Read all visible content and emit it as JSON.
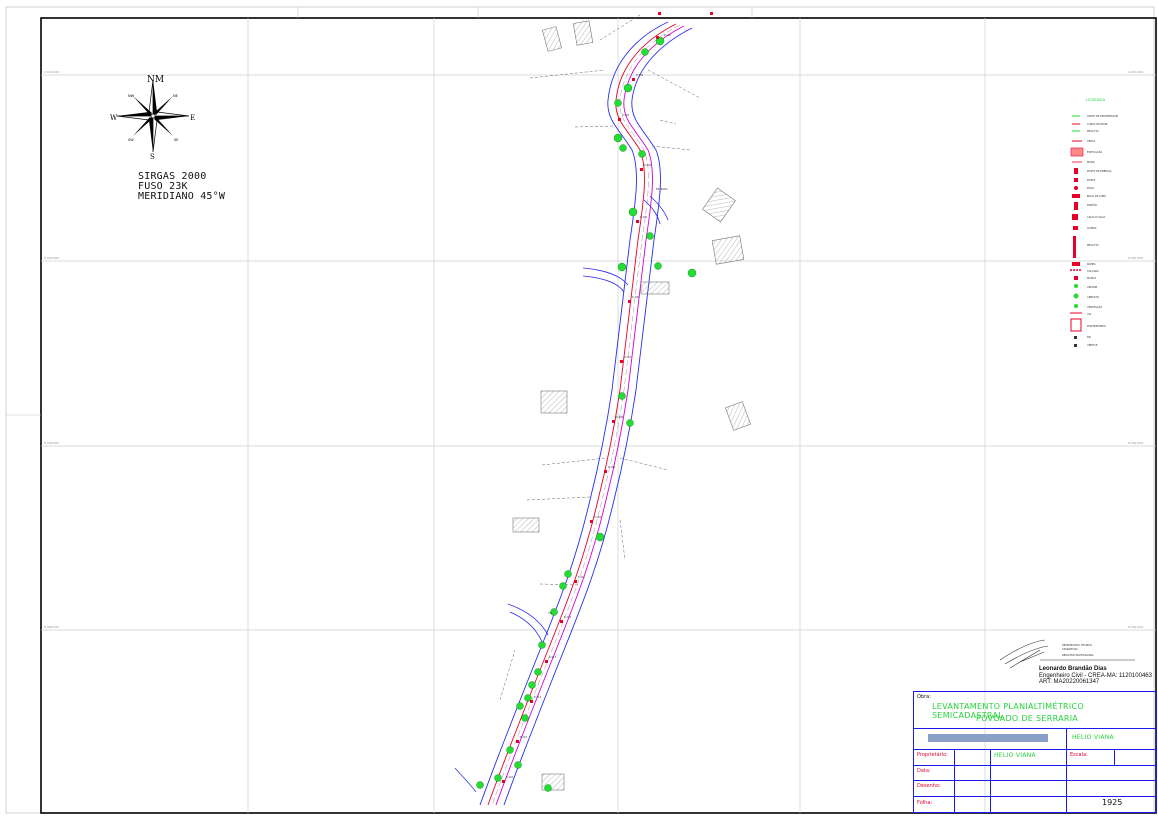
{
  "north": {
    "label_n": "NM",
    "label_s": "S",
    "label_e": "E",
    "label_w": "W",
    "label_ne": "NE",
    "label_nw": "NW",
    "label_se": "SE",
    "label_sw": "SW",
    "datum": "SIRGAS 2000",
    "fuso": "FUSO 23K",
    "meridiano": "MERIDIANO 45°W"
  },
  "signature": {
    "name": "Leonardo Brandão Dias",
    "role": "Engenheiro Civil - CREA-MA: 1120100463",
    "art": "ART: MA20220061347"
  },
  "title_block": {
    "obra_label": "Obra:",
    "title_line1": "LEVANTAMENTO PLANIALTIMÉTRICO SEMICADASTRAL",
    "title_line2": "POVOADO DE SERRARIA",
    "proprietario_label": "Proprietário:",
    "data_label": "Data:",
    "escala_label": "Escala:",
    "desenho_label": "Desenho:",
    "folha_label": "Folha:",
    "area_value": "1925",
    "responsavel": "HELIO VIANA"
  },
  "legend": {
    "title": "LEGENDA"
  },
  "colors": {
    "frame": "#000000",
    "grid": "#cfcfcf",
    "road_red": "#e8002a",
    "road_magenta": "#d600d6",
    "road_blue": "#2a2af0",
    "tree_green": "#22dd33",
    "title_blue": "#1a1af0",
    "title_green": "#24d43a"
  },
  "icons": {
    "north_rose": "compass-rose-icon",
    "tree": "tree-symbol-icon",
    "building": "hatched-building-icon"
  }
}
